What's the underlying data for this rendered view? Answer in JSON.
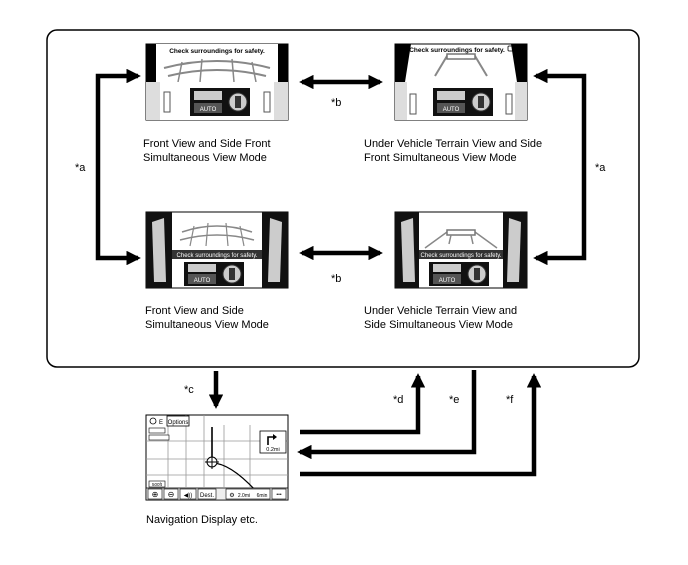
{
  "views": {
    "front_side_front": {
      "caption_line1": "Front View and Side Front",
      "caption_line2": "Simultaneous View Mode",
      "banner": "Check surroundings for safety.",
      "auto_label": "AUTO"
    },
    "under_side_front": {
      "caption_line1": "Under Vehicle Terrain View and Side",
      "caption_line2": "Front Simultaneous View Mode",
      "banner": "Check surroundings for safety.",
      "auto_label": "AUTO"
    },
    "front_side": {
      "caption_line1": "Front View and Side",
      "caption_line2": "Simultaneous View Mode",
      "banner": "Check surroundings for safety.",
      "auto_label": "AUTO"
    },
    "under_side": {
      "caption_line1": "Under Vehicle Terrain View and",
      "caption_line2": "Side Simultaneous View Mode",
      "banner": "Check surroundings for safety.",
      "auto_label": "AUTO"
    }
  },
  "tags": {
    "a_left": "*a",
    "a_right": "*a",
    "b_top": "*b",
    "b_bottom": "*b",
    "c": "*c",
    "d": "*d",
    "e": "*e",
    "f": "*f"
  },
  "navigation": {
    "caption": "Navigation Display etc.",
    "heading": "E",
    "options_label": "Options",
    "turn_distance": "0.2mi",
    "scale_label": "500ft",
    "dest_label": "Dest.",
    "trip_distance": "2.0mi",
    "trip_time": "6min",
    "more_label": "•••"
  }
}
